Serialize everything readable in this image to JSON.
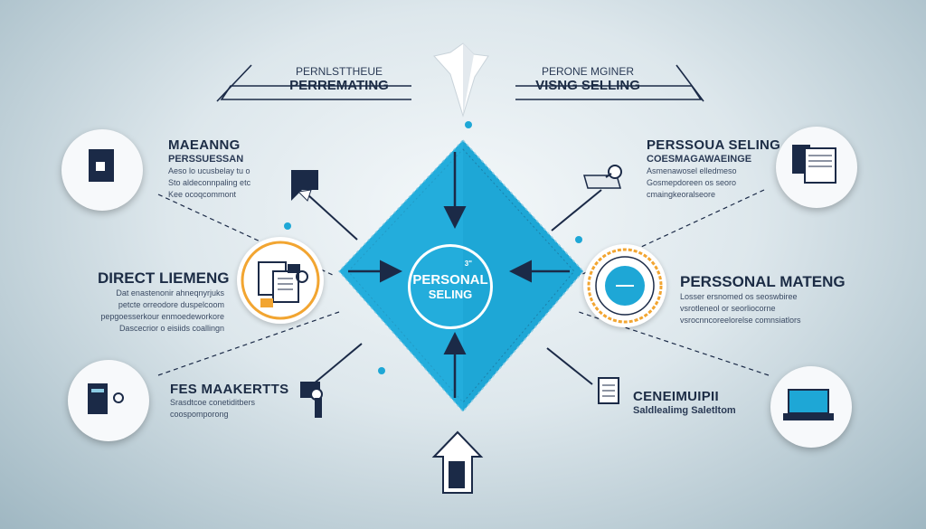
{
  "center": {
    "small": "3\"",
    "line1": "PERSONAL",
    "line2": "SELING"
  },
  "top_left": {
    "line1": "PERNLSTTHEUE",
    "line2": "PERREMATING"
  },
  "top_right": {
    "line1": "PERONE MGINER",
    "line2": "VISNG SELLING"
  },
  "left_top": {
    "title": "MAEANNG",
    "subtitle": "PERSSUESSAN",
    "desc": [
      "Aeso lo ucusbelay tu o",
      "Sto aldeconnpaling etc",
      "Kee ocoqcommont"
    ]
  },
  "left_mid": {
    "title": "DIRECT LIEMENG",
    "desc": [
      "Dat enastenonir ahneqnyrjuks",
      "petcte orreodore duspelcoom",
      "pepgoesserkour enmoedeworkore",
      "Dascecrior o eisiids coallingn"
    ]
  },
  "left_bottom": {
    "title": "FES MAAKERTTS",
    "desc": [
      "Srasdtcoe conetiditbers",
      "coospomporong"
    ]
  },
  "right_top": {
    "title": "PERSSOUA SELING",
    "subtitle": "COESMAGAWAEINGE",
    "desc": [
      "Asmenawosel elledmeso",
      "Gosmepdoreen os seoro",
      "cmaingkeoralseore"
    ]
  },
  "right_mid": {
    "title": "PERSSONAL MATENG",
    "desc": [
      "Losser ersnomed os seoswbiree",
      "vsrotleneol or seorliocorne",
      "vsrocnncoreelorelse comnsiatlors"
    ]
  },
  "right_bottom": {
    "title": "CENEIMUIPII",
    "subtitle": "Saldlealimg Saletltom"
  },
  "colors": {
    "diamond": "#1ea7d6",
    "navy": "#1b2a47",
    "orange": "#f2a531"
  }
}
